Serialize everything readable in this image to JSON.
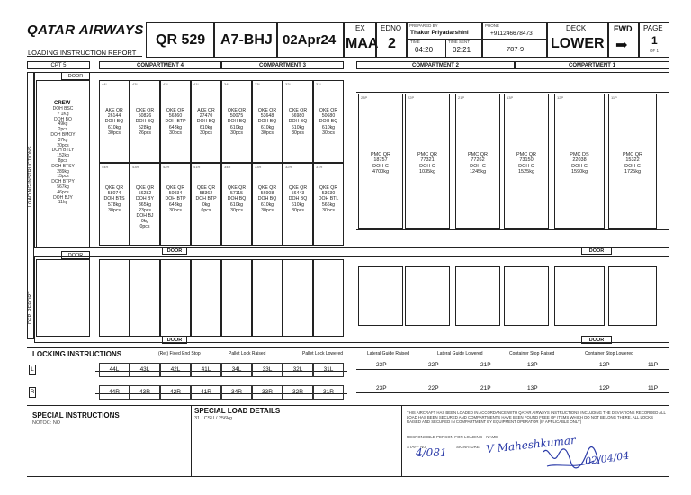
{
  "header": {
    "airline": "QATAR AIRWAYS",
    "form_title": "LOADING INSTRUCTION REPORT",
    "flight": "QR 529",
    "registration": "A7-BHJ",
    "date": "02Apr24",
    "ex_label": "EX",
    "ex_value": "MAA",
    "edno_label": "EDNO",
    "edno_value": "2",
    "prepared_by_label": "PREPARED BY",
    "prepared_by": "Thakur Priyadarshini",
    "time_label": "TIME",
    "time_value": "04:20",
    "time_sent_label": "TIME SENT",
    "time_sent_value": "02:21",
    "phone_label": "PHONE",
    "phone_value": "+911246678473",
    "aircraft_type": "787-9",
    "deck_label": "DECK",
    "deck_value": "LOWER",
    "fwd_label": "FWD",
    "arrow": "➡",
    "page_label": "PAGE",
    "page_value": "1",
    "page_of": "OF 1"
  },
  "compartments": {
    "cpt5": "CPT 5",
    "cpt4": "COMPARTMENT 4",
    "cpt3": "COMPARTMENT 3",
    "cpt2": "COMPARTMENT 2",
    "cpt1": "COMPARTMENT 1",
    "door": "DOOR"
  },
  "side_labels": {
    "loading": "LOADING INSTRUCTIONS",
    "report": "DEP. REPORT"
  },
  "bulk_cpt5": {
    "crew": "CREW",
    "lines": [
      "DOH BSC",
      "? 1Kg",
      "DOH BQ",
      "49kg",
      "2pcs",
      "DOH BMOY",
      "37kg",
      "20pcs",
      "DOH BTLY",
      "152kg",
      "8pcs",
      "DOH BTSY",
      "289kg",
      "15pcs",
      "DOH BTPY",
      "567kg",
      "46pcs",
      "DOH BJY",
      "11kg"
    ]
  },
  "top_row": [
    {
      "pos": "44L",
      "lines": [
        "AKE QR",
        "26144",
        "DOH BQ",
        "610kg",
        "30pcs"
      ]
    },
    {
      "pos": "43L",
      "lines": [
        "QKE QR",
        "50826",
        "DOH BQ",
        "528kg",
        "26pcs"
      ]
    },
    {
      "pos": "42L",
      "lines": [
        "QKE QR",
        "56360",
        "DOH BTP",
        "643kg",
        "30pcs"
      ]
    },
    {
      "pos": "41L",
      "lines": [
        "AKE QR",
        "27470",
        "DOH BQ",
        "610kg",
        "30pcs"
      ]
    },
    {
      "pos": "34L",
      "lines": [
        "QKE QR",
        "50075",
        "DOH BQ",
        "610kg",
        "30pcs"
      ]
    },
    {
      "pos": "33L",
      "lines": [
        "QKE QR",
        "53648",
        "DOH BQ",
        "610kg",
        "30pcs"
      ]
    },
    {
      "pos": "32L",
      "lines": [
        "QKE QR",
        "56980",
        "DOH BQ",
        "610kg",
        "30pcs"
      ]
    },
    {
      "pos": "31L",
      "lines": [
        "QKE QR",
        "50680",
        "DOH BQ",
        "610kg",
        "30pcs"
      ]
    }
  ],
  "bottom_row": [
    {
      "pos": "44R",
      "lines": [
        "QKE QR",
        "58074",
        "DOH BTS",
        "578kg",
        "30pcs"
      ]
    },
    {
      "pos": "43R",
      "lines": [
        "QKE QR",
        "56282",
        "DOH BY",
        "365kg",
        "23pcs",
        "DOH BJ",
        "0kg",
        "0pcs"
      ]
    },
    {
      "pos": "42R",
      "lines": [
        "QKE QR",
        "50934",
        "DOH BTP",
        "643kg",
        "30pcs"
      ]
    },
    {
      "pos": "41R",
      "lines": [
        "QKE QR",
        "58362",
        "DOH BTP",
        "0kg",
        "0pcs"
      ]
    },
    {
      "pos": "34R",
      "lines": [
        "QKE QR",
        "57115",
        "DOH BQ",
        "610kg",
        "30pcs"
      ]
    },
    {
      "pos": "33R",
      "lines": [
        "QKE QR",
        "56908",
        "DOH BQ",
        "610kg",
        "30pcs"
      ]
    },
    {
      "pos": "32R",
      "lines": [
        "QKE QR",
        "56443",
        "DOH BQ",
        "610kg",
        "30pcs"
      ]
    },
    {
      "pos": "31R",
      "lines": [
        "QKE QR",
        "53630",
        "DOH BTL",
        "566kg",
        "30pcs"
      ]
    }
  ],
  "pallets": [
    {
      "pos": "23P",
      "lines": [
        "PMC QR",
        "18757",
        "DOH C",
        "4700kg"
      ]
    },
    {
      "pos": "22P",
      "lines": [
        "PMC QR",
        "77321",
        "DOH C",
        "1035kg"
      ]
    },
    {
      "pos": "21P",
      "lines": [
        "PMC QR",
        "77262",
        "DOH C",
        "1245kg"
      ]
    },
    {
      "pos": "13P",
      "lines": [
        "PMC QR",
        "73150",
        "DOH C",
        "1525kg"
      ]
    },
    {
      "pos": "12P",
      "lines": [
        "PMC DS",
        "22038",
        "DOH C",
        "1590kg"
      ]
    },
    {
      "pos": "11P",
      "lines": [
        "PMC QR",
        "15322",
        "DOH C",
        "1725kg"
      ]
    }
  ],
  "locking": {
    "title": "LOCKING INSTRUCTIONS",
    "legend": [
      "(Ret) Fixed End Stop",
      "Pallet Lock Raised",
      "Pallet Lock Lowered",
      "Lateral Guide Raised",
      "Lateral Guide Lowered",
      "Container Stop Raised",
      "Container Stop Lowered"
    ],
    "row_l_label": "L",
    "row_r_label": "R",
    "row_l": [
      "44L",
      "43L",
      "42L",
      "41L",
      "34L",
      "33L",
      "32L",
      "31L"
    ],
    "row_r": [
      "44R",
      "43R",
      "42R",
      "41R",
      "34R",
      "33R",
      "32R",
      "31R"
    ],
    "pallet_row": [
      "23P",
      "22P",
      "21P",
      "13P",
      "12P",
      "11P"
    ]
  },
  "special": {
    "title": "SPECIAL INSTRUCTIONS",
    "notoc": "NOTOC: NO",
    "load_title": "SPECIAL LOAD DETAILS",
    "load_detail": "31 / CSU / 256kg"
  },
  "declaration": {
    "text": "THIS AIRCRAFT HAS BEEN LOADED IN ACCORDANCE WITH QATAR AIRWAYS INSTRUCTIONS INCLUDING THE DEVIATIONS RECORDED ALL LOAD HAS BEEN SECURED AND COMPARTMENTS HAVE BEEN FOUND FREE OF ITEMS WHICH DO NOT BELONG THERE. ALL LOCKS RAISED AND SECURED IN COMPARTMENT BY EQUIPMENT OPERATOR (IF APPLICABLE ONLY)",
    "responsible": "RESPONSIBLE PERSON FOR LOADING - NAME",
    "staff_label": "STAFF No",
    "signature_label": "SIGNATURE",
    "staff_no": "4/081",
    "sig_name": "V Maheshkumar",
    "sig_date": "02/04/04"
  },
  "colors": {
    "ink": "#222222",
    "signature": "#2a3aa8"
  }
}
